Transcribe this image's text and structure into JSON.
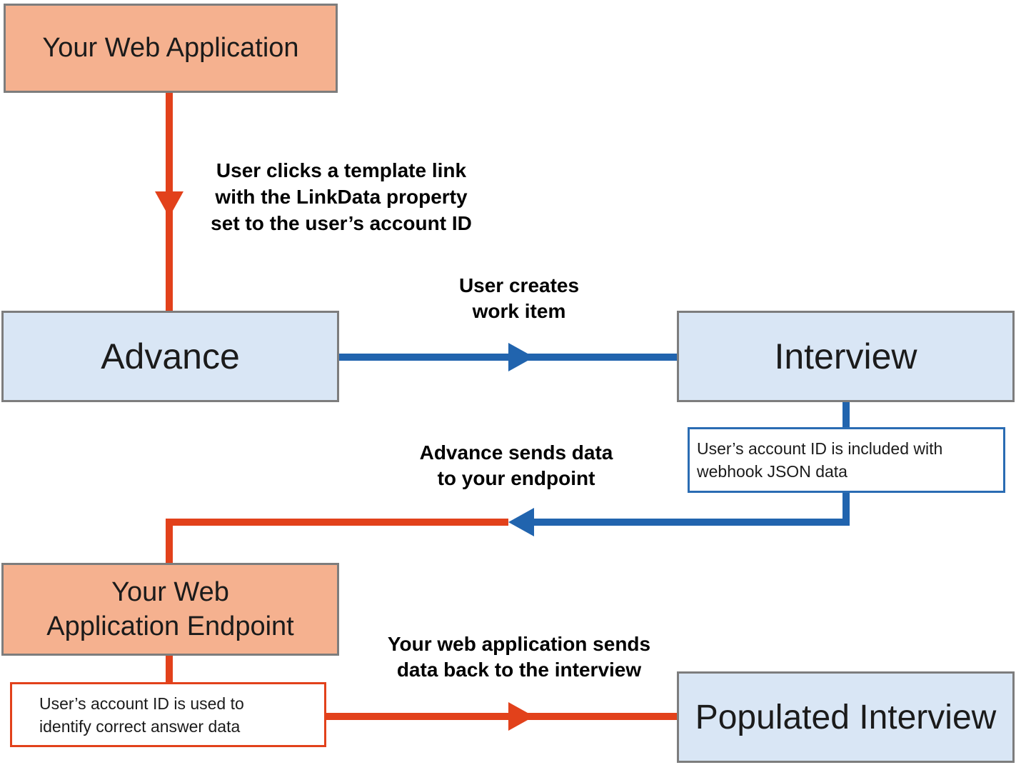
{
  "nodes": {
    "web_app": {
      "label": "Your Web Application"
    },
    "advance": {
      "label": "Advance"
    },
    "interview": {
      "label": "Interview"
    },
    "endpoint": {
      "line1": "Your Web",
      "line2": "Application Endpoint"
    },
    "populated_interview": {
      "label": "Populated Interview"
    }
  },
  "notes": {
    "webhook": {
      "line1": "User’s account ID is included with",
      "line2": "webhook JSON data"
    },
    "account": {
      "line1": "User’s account ID is used to",
      "line2": "identify correct answer data"
    }
  },
  "annotations": {
    "click_link": {
      "line1": "User clicks a template link",
      "line2": "with the LinkData property",
      "line3": "set to the user’s account ID"
    },
    "creates_work_item": {
      "line1": "User creates",
      "line2": "work item"
    },
    "sends_data": {
      "line1": "Advance sends data",
      "line2": "to your endpoint"
    },
    "sends_back": {
      "line1": "Your web application sends",
      "line2": "data back to the interview"
    }
  },
  "colors": {
    "app_box_fill": "#F5B18F",
    "product_box_fill": "#D9E6F5",
    "box_border": "#7D7D7D",
    "red_connector": "#E2411B",
    "blue_connector": "#2164AE",
    "note_blue_border": "#2A6CB3",
    "note_red_border": "#E2411B"
  }
}
